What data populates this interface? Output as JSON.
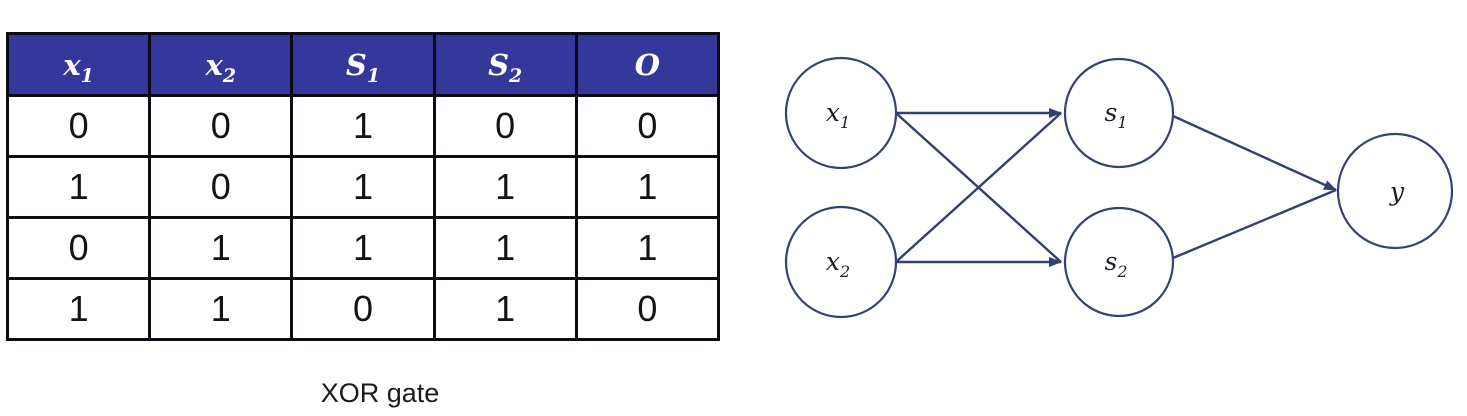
{
  "table": {
    "caption": "XOR gate",
    "header_bg": "#35389b",
    "header_text_color": "#ffffff",
    "border_color": "#0b0b14",
    "headers": [
      {
        "base": "x",
        "sub": "1"
      },
      {
        "base": "x",
        "sub": "2"
      },
      {
        "base": "S",
        "sub": "1"
      },
      {
        "base": "S",
        "sub": "2"
      },
      {
        "base": "O",
        "sub": ""
      }
    ],
    "rows": [
      [
        "0",
        "0",
        "1",
        "0",
        "0"
      ],
      [
        "1",
        "0",
        "1",
        "1",
        "1"
      ],
      [
        "0",
        "1",
        "1",
        "1",
        "1"
      ],
      [
        "1",
        "1",
        "0",
        "1",
        "0"
      ]
    ]
  },
  "diagram": {
    "stroke_color": "#33406a",
    "node_fill": "#ffffff",
    "nodes": [
      {
        "id": "x1",
        "base": "x",
        "sub": "1",
        "layer": "input"
      },
      {
        "id": "x2",
        "base": "x",
        "sub": "2",
        "layer": "input"
      },
      {
        "id": "s1",
        "base": "s",
        "sub": "1",
        "layer": "hidden"
      },
      {
        "id": "s2",
        "base": "s",
        "sub": "2",
        "layer": "hidden"
      },
      {
        "id": "y",
        "base": "y",
        "sub": "",
        "layer": "output"
      }
    ],
    "edges": [
      "x1->s1",
      "x1->s2",
      "x2->s1",
      "x2->s2",
      "s1->y",
      "s2->y"
    ]
  }
}
